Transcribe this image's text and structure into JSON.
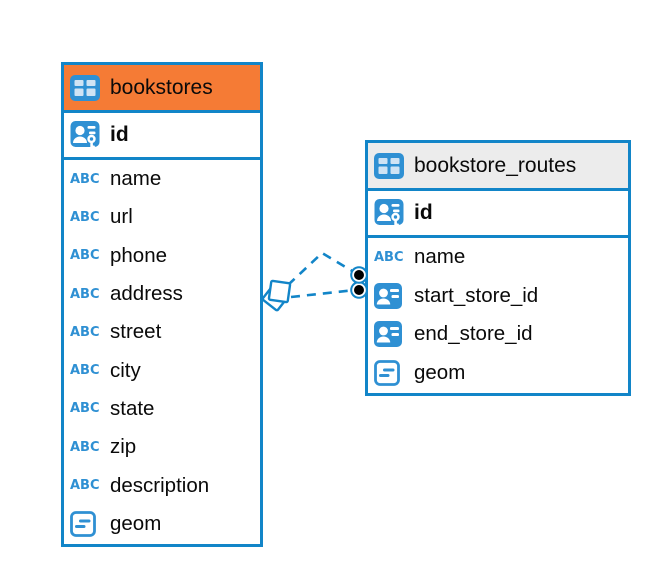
{
  "icons": {
    "text_type_label": "ABC"
  },
  "diagram": {
    "background_color": "#ffffff",
    "line_color": "#1285c8",
    "icon_color": "#2f90d3",
    "tables": [
      {
        "title": "bookstores",
        "header_color": "#f57b35",
        "keys": [
          {
            "name": "id",
            "type": "primary key"
          }
        ],
        "columns": [
          {
            "name": "name",
            "type": "text"
          },
          {
            "name": "url",
            "type": "text"
          },
          {
            "name": "phone",
            "type": "text"
          },
          {
            "name": "address",
            "type": "text"
          },
          {
            "name": "street",
            "type": "text"
          },
          {
            "name": "city",
            "type": "text"
          },
          {
            "name": "state",
            "type": "text"
          },
          {
            "name": "zip",
            "type": "text"
          },
          {
            "name": "description",
            "type": "text"
          },
          {
            "name": "geom",
            "type": "geometry"
          }
        ]
      },
      {
        "title": "bookstore_routes",
        "header_color": "#ececec",
        "keys": [
          {
            "name": "id",
            "type": "primary key"
          }
        ],
        "columns": [
          {
            "name": "name",
            "type": "text"
          },
          {
            "name": "start_store_id",
            "type": "foreign key"
          },
          {
            "name": "end_store_id",
            "type": "foreign key"
          },
          {
            "name": "geom",
            "type": "geometry"
          }
        ]
      }
    ],
    "relationships": [
      {
        "parent_table": "bookstores",
        "child_table": "bookstore_routes",
        "style": "dashed",
        "parent_marker": "diamond",
        "child_marker": "dot"
      },
      {
        "parent_table": "bookstores",
        "child_table": "bookstore_routes",
        "style": "dashed",
        "parent_marker": "diamond",
        "child_marker": "dot"
      }
    ]
  }
}
